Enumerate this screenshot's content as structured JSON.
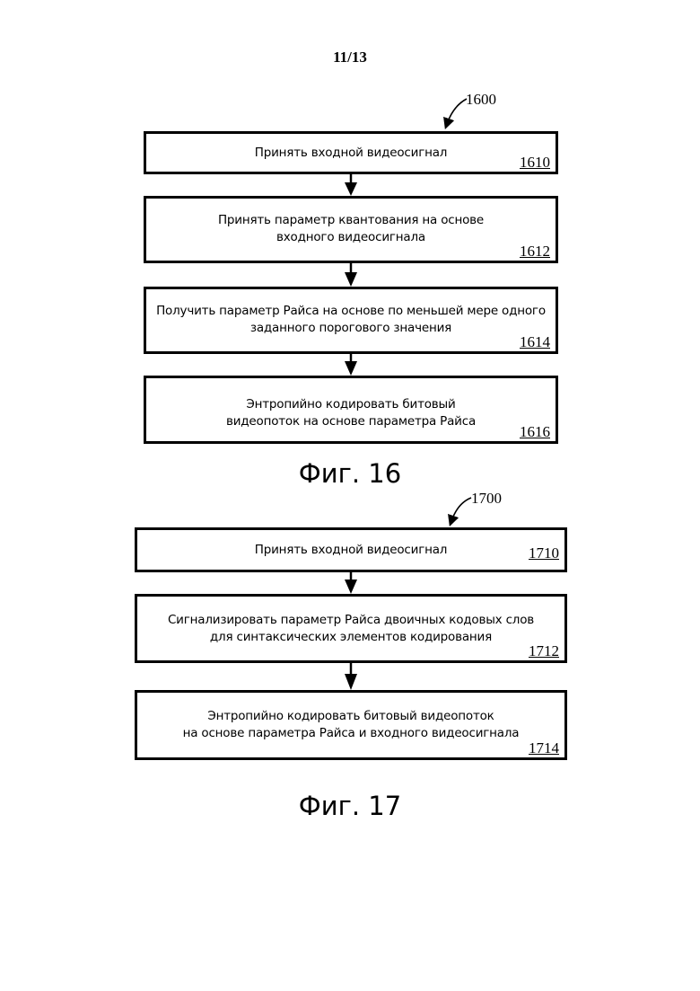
{
  "page": {
    "number": "11/13"
  },
  "figures": [
    {
      "caption": "Фиг. 16",
      "reference": "1600",
      "steps": [
        {
          "lines": [
            "Принять входной видеосигнал"
          ],
          "ref": "1610"
        },
        {
          "lines": [
            "Принять параметр квантования на основе",
            "входного видеосигнала"
          ],
          "ref": "1612"
        },
        {
          "lines": [
            "Получить параметр Райса на основе по меньшей мере одного",
            "заданного порогового значения"
          ],
          "ref": "1614"
        },
        {
          "lines": [
            "Энтропийно кодировать битовый",
            "видеопоток на основе параметра Райса"
          ],
          "ref": "1616"
        }
      ]
    },
    {
      "caption": "Фиг. 17",
      "reference": "1700",
      "steps": [
        {
          "lines": [
            "Принять входной видеосигнал"
          ],
          "ref": "1710"
        },
        {
          "lines": [
            "Сигнализировать параметр Райса двоичных кодовых слов",
            "для синтаксических элементов кодирования"
          ],
          "ref": "1712"
        },
        {
          "lines": [
            "Энтропийно кодировать битовый видеопоток",
            "на основе параметра Райса и входного видеосигнала"
          ],
          "ref": "1714"
        }
      ]
    }
  ]
}
